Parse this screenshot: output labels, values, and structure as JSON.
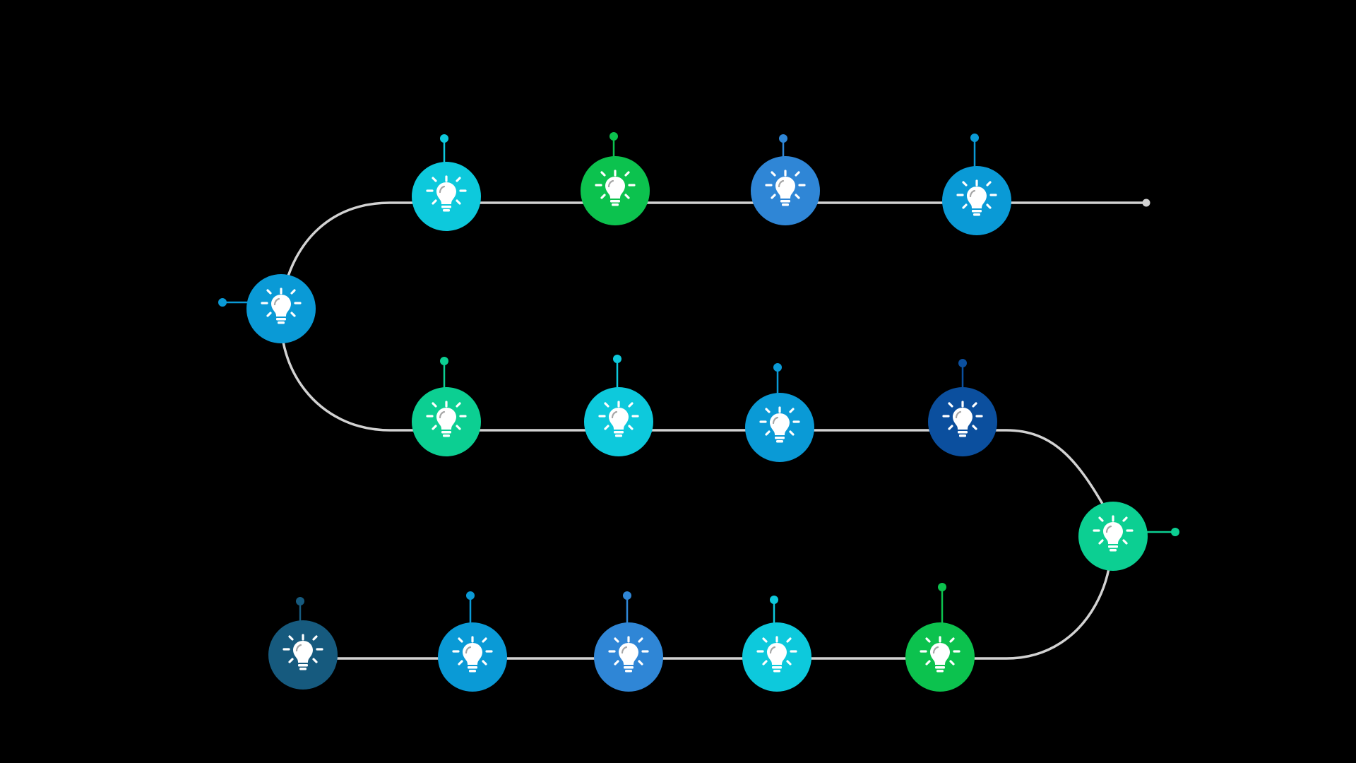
{
  "background": "#000000",
  "path_color": "#d2d2d2",
  "icon": {
    "name": "lightbulb-icon",
    "color": "#ffffff"
  },
  "milestones": [
    {
      "id": "milestone-1",
      "color": "#0a9ad6",
      "connector": "left"
    },
    {
      "id": "milestone-2",
      "color": "#0dc9dc",
      "connector": "top"
    },
    {
      "id": "milestone-3",
      "color": "#0cc24e",
      "connector": "top"
    },
    {
      "id": "milestone-4",
      "color": "#2f86d6",
      "connector": "top"
    },
    {
      "id": "milestone-5",
      "color": "#0a9ad6",
      "connector": "top"
    },
    {
      "id": "milestone-6",
      "color": "#0ccf92",
      "connector": "top"
    },
    {
      "id": "milestone-7",
      "color": "#0dc9dc",
      "connector": "top"
    },
    {
      "id": "milestone-8",
      "color": "#0a9ad6",
      "connector": "top"
    },
    {
      "id": "milestone-9",
      "color": "#0b4f9e",
      "connector": "top"
    },
    {
      "id": "milestone-10",
      "color": "#0ccf92",
      "connector": "right"
    },
    {
      "id": "milestone-11",
      "color": "#0cc24e",
      "connector": "top"
    },
    {
      "id": "milestone-12",
      "color": "#0dc9dc",
      "connector": "top"
    },
    {
      "id": "milestone-13",
      "color": "#2f86d6",
      "connector": "top"
    },
    {
      "id": "milestone-14",
      "color": "#0a9ad6",
      "connector": "top"
    },
    {
      "id": "milestone-15",
      "color": "#165a7e",
      "connector": "top"
    }
  ]
}
